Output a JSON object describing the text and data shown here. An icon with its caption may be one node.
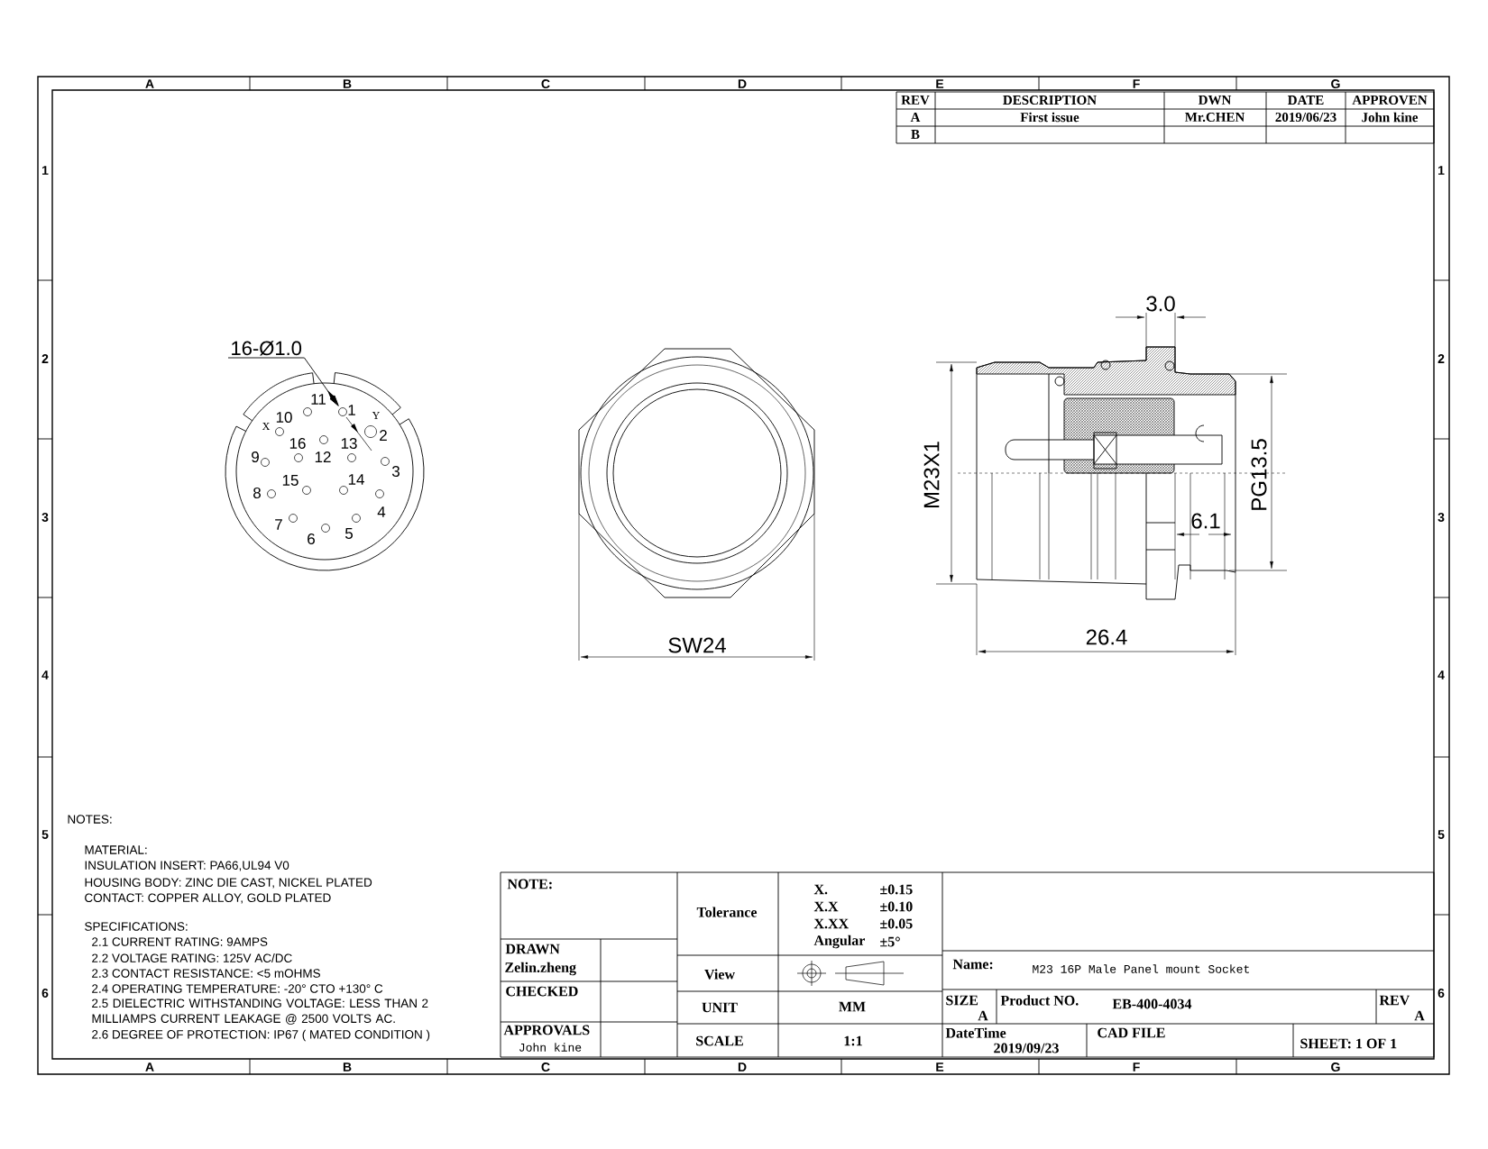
{
  "diagram": {
    "nodes": [
      {
        "text": [
          "16-Ø1.0"
        ]
      },
      {
        "text": [],
        "shape": "circle"
      }
    ],
    "edges": [
      {
        "from": 0,
        "to": 1,
        "arrow": "to"
      }
    ],
    "labels": [
      "A",
      "B",
      "C",
      "D",
      "E",
      "F",
      "G",
      "1",
      "2",
      "3",
      "4",
      "5",
      "6",
      "1",
      "2",
      "3",
      "4",
      "5",
      "6",
      "A",
      "B",
      "C",
      "D",
      "E",
      "F",
      "G",
      "REV",
      "DESCRIPTION",
      "DWN",
      "DATE",
      "APPROVEN",
      "A",
      "First issue",
      "Mr.CHEN",
      "2019/06/23",
      "John kine",
      "B",
      "1",
      "2",
      "3",
      "4",
      "5",
      "6",
      "7",
      "8",
      "9",
      "10",
      "11",
      "12",
      "13",
      "15",
      "14",
      "16",
      "X",
      "Y",
      "SW24",
      "3.0",
      "M23X1",
      "PG13.5",
      "6.1",
      "26.4",
      "NOTES:",
      "MATERIAL:",
      "INSULATION INSERT: PA66,UL94 V0",
      "HOUSING BODY: ZINC DIE CAST, NICKEL PLATED",
      "CONTACT: COPPER ALLOY, GOLD PLATED",
      "SPECIFICATIONS:",
      "2.1 CURRENT RATING: 9AMPS",
      "2.2 VOLTAGE RATING: 125V AC/DC",
      "2.3 CONTACT RESISTANCE: <5 mOHMS",
      "2.4 OPERATING TEMPERATURE: -20° CTO +130° C",
      "2.5 DIELECTRIC WITHSTANDING VOLTAGE: LESS THAN 2 MILLIAMPS CURRENT LEAKAGE @ 2500 VOLTS AC.",
      "2.6 DEGREE OF PROTECTION: IP67 ( MATED CONDITION )",
      "NOTE:",
      "DRAWN",
      "Zelin.zheng",
      "CHECKED",
      "APPROVALS",
      "John kine",
      "Tolerance",
      "X.",
      "±0.15",
      "X.X",
      "±0.10",
      "X.XX",
      "±0.05",
      "Angular",
      "±5°",
      "View",
      "UNIT",
      "MM",
      "SCALE",
      "1:1",
      "Name:",
      "M23 16P Male Panel mount Socket",
      "SIZE",
      "A",
      "Product NO.",
      "EB-400-4034",
      "REV",
      "A",
      "DateTime",
      "2019/09/23",
      "CAD FILE",
      "SHEET: 1 OF 1"
    ]
  }
}
